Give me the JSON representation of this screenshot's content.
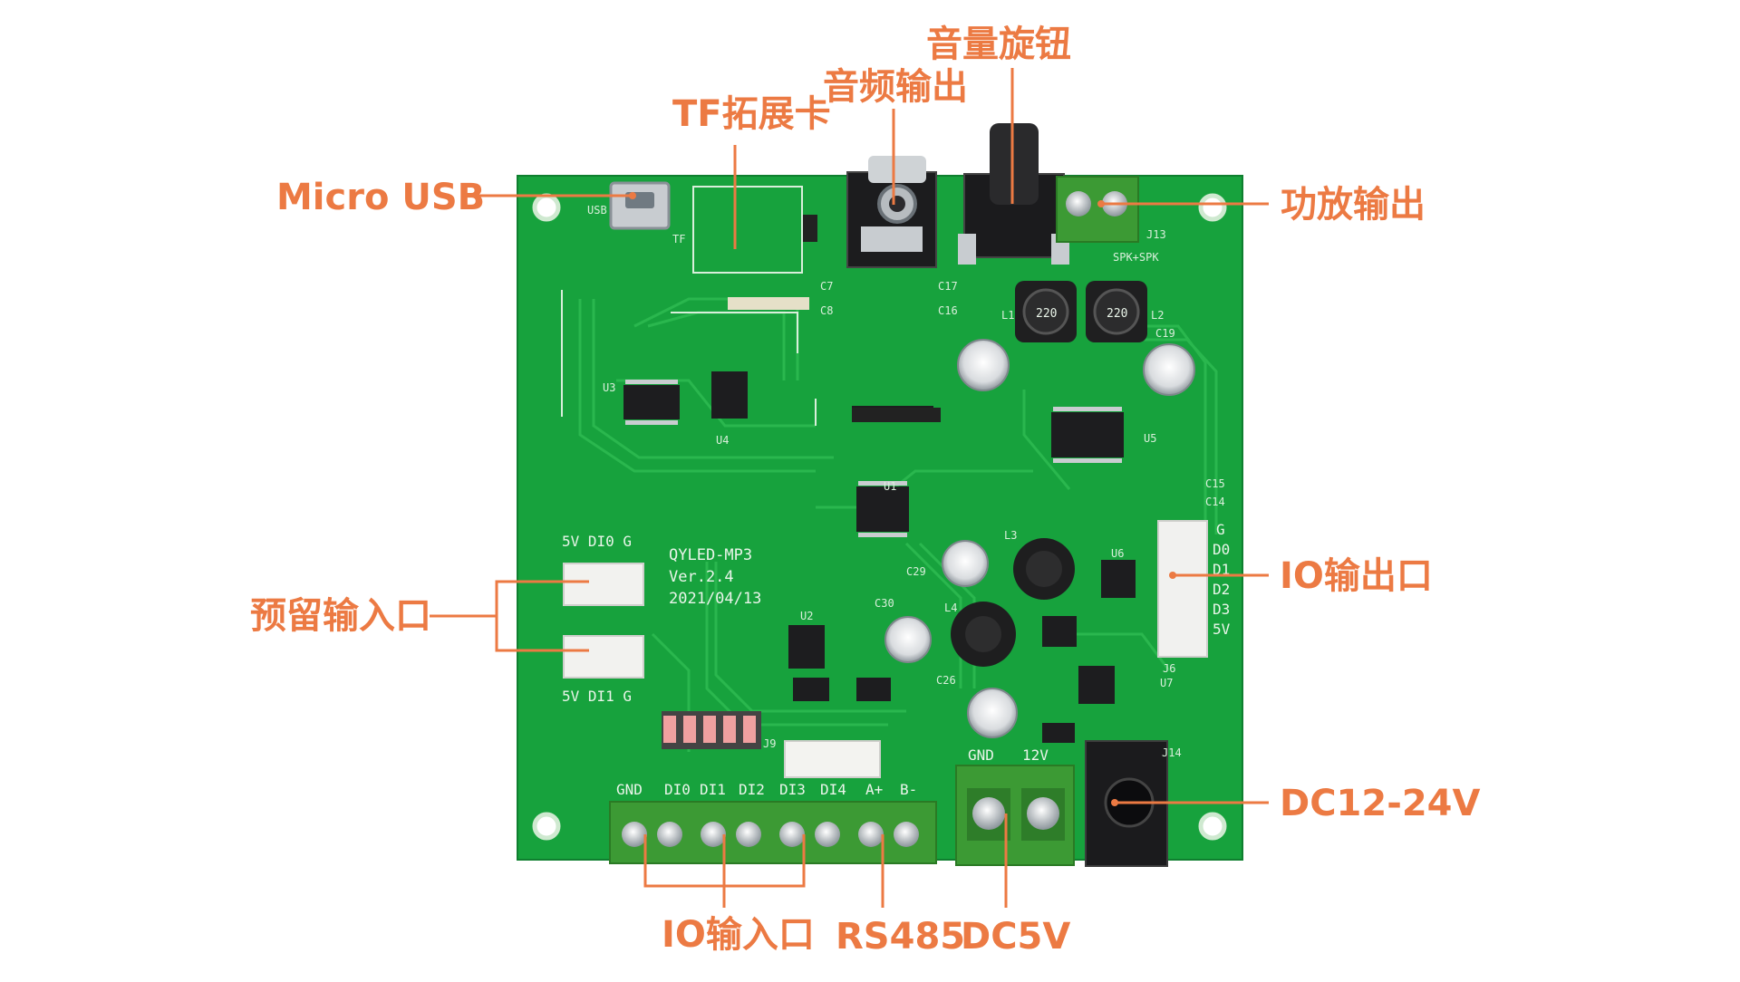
{
  "diagram": {
    "board_name": "QYLED-MP3",
    "board_version": "Ver.2.4",
    "board_date": "2021/04/13",
    "callouts": {
      "micro_usb": "Micro USB",
      "tf_card": "TF拓展卡",
      "audio_out": "音频输出",
      "volume_knob": "音量旋钮",
      "amp_out": "功放输出",
      "io_out": "IO输出口",
      "reserved_in": "预留输入口",
      "dc_12_24": "DC12-24V",
      "io_in": "IO输入口",
      "rs485": "RS485",
      "dc5v": "DC5V"
    },
    "silkscreen": {
      "top_left_header": "5V DI0 G",
      "bottom_left_header": "5V DI1 G",
      "bottom_terminals": [
        "GND",
        "DI0",
        "DI1",
        "DI2",
        "DI3",
        "DI4",
        "A+",
        "B-"
      ],
      "power_terminals": [
        "GND",
        "12V"
      ],
      "right_header": [
        "G",
        "D0",
        "D1",
        "D2",
        "D3",
        "5V"
      ],
      "speaker_label": "SPK+SPK",
      "usb_label": "USB",
      "tf_label": "TF",
      "inductor_value": "220",
      "refs": [
        "U1",
        "U2",
        "U3",
        "U4",
        "U5",
        "U6",
        "U7",
        "L1",
        "L2",
        "L3",
        "L4",
        "C7",
        "C8",
        "C14",
        "C15",
        "C16",
        "C17",
        "C19",
        "C26",
        "C29",
        "C30",
        "J6",
        "J9",
        "J13",
        "J14"
      ]
    },
    "colors": {
      "accent": "#ec7a43",
      "pcb": "#17a23d",
      "terminal": "#3c9a34",
      "text": "#ec7a43"
    }
  }
}
